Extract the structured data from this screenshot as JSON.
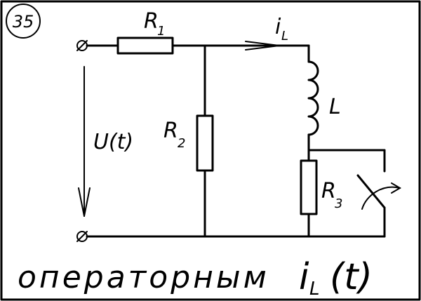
{
  "problem_number": "35",
  "labels": {
    "r1_main": "R",
    "r1_sub": "1",
    "r2_main": "R",
    "r2_sub": "2",
    "r3_main": "R",
    "r3_sub": "3",
    "inductor": "L",
    "current_main": "i",
    "current_sub": "L",
    "voltage": "U(t)"
  },
  "caption": {
    "method": "операторным",
    "target_main": "i",
    "target_sub": "L",
    "target_arg": "(t)"
  }
}
